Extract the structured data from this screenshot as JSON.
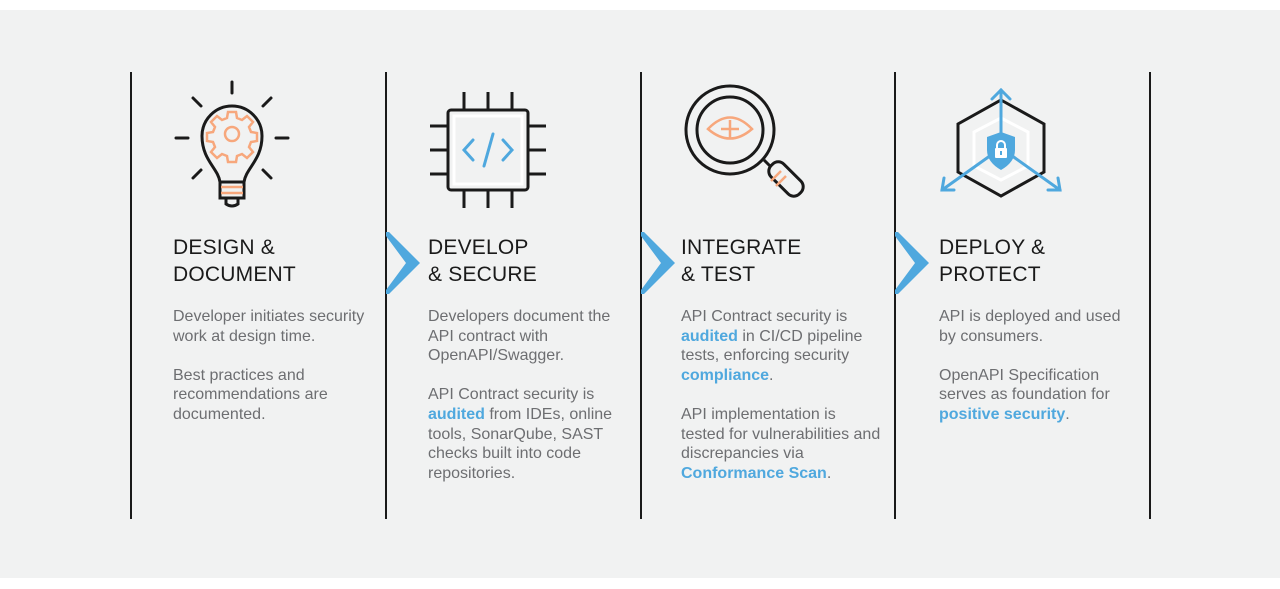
{
  "colors": {
    "accent": "#4fa8de",
    "orange": "#f7a77c",
    "text": "#6d6e71",
    "heading": "#1a1a1a",
    "background": "#f1f2f2"
  },
  "stages": [
    {
      "icon": "lightbulb-gear-icon",
      "title_lines": [
        "DESIGN &",
        "DOCUMENT"
      ],
      "paragraphs": [
        [
          {
            "text": "Developer initiates security work at design time."
          }
        ],
        [
          {
            "text": "Best practices and recommendations are documented."
          }
        ]
      ]
    },
    {
      "icon": "chip-code-icon",
      "title_lines": [
        "DEVELOP",
        "& SECURE"
      ],
      "paragraphs": [
        [
          {
            "text": "Developers document the API contract with OpenAPI/Swagger."
          }
        ],
        [
          {
            "text": "API Contract security is "
          },
          {
            "text": "audited",
            "hl": true
          },
          {
            "text": " from IDEs, online tools, SonarQube, SAST checks built into code repositories."
          }
        ]
      ]
    },
    {
      "icon": "magnifier-eye-icon",
      "title_lines": [
        "INTEGRATE",
        "& TEST"
      ],
      "paragraphs": [
        [
          {
            "text": "API Contract security is "
          },
          {
            "text": "audited",
            "hl": true
          },
          {
            "text": " in CI/CD pipeline tests, enforcing security "
          },
          {
            "text": "compliance",
            "hl": true
          },
          {
            "text": "."
          }
        ],
        [
          {
            "text": "API implementation is tested for vulnerabilities and discrepancies via "
          },
          {
            "text": "Conformance Scan",
            "hl": true
          },
          {
            "text": "."
          }
        ]
      ]
    },
    {
      "icon": "hexagon-shield-lock-icon",
      "title_lines": [
        "DEPLOY &",
        "PROTECT"
      ],
      "paragraphs": [
        [
          {
            "text": "API is deployed and used by consumers."
          }
        ],
        [
          {
            "text": "OpenAPI Specification serves as foundation for "
          },
          {
            "text": "positive security",
            "hl": true
          },
          {
            "text": "."
          }
        ]
      ]
    }
  ]
}
